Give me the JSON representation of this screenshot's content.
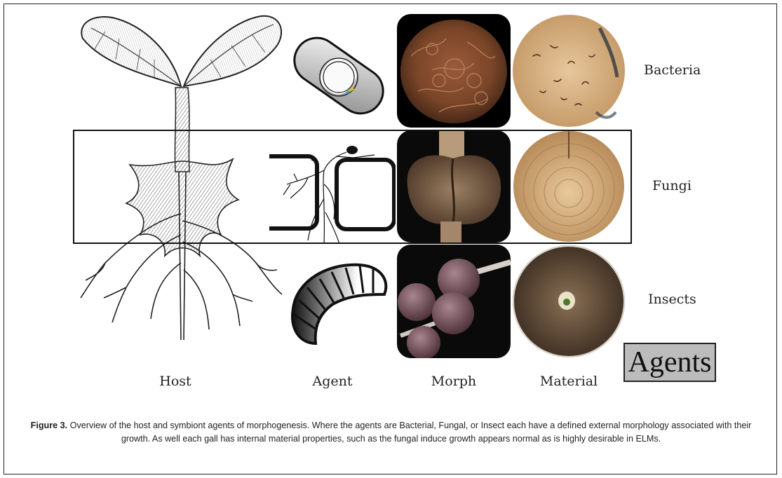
{
  "figure": {
    "rows": [
      {
        "label": "Bacteria"
      },
      {
        "label": "Fungi"
      },
      {
        "label": "Insects"
      }
    ],
    "columns": [
      {
        "label": "Host"
      },
      {
        "label": "Agent"
      },
      {
        "label": "Morph"
      },
      {
        "label": "Material"
      }
    ],
    "tag": "Agents"
  },
  "caption": {
    "prefix": "Figure 3.",
    "text": " Overview of the host and symbiont agents of morphogenesis. Where the agents are Bacterial, Fungal, or Insect each have a defined external morphology associated with their growth. As well each gall has internal material properties, such as the fungal induce growth appears normal as is highly desirable in ELMs."
  }
}
